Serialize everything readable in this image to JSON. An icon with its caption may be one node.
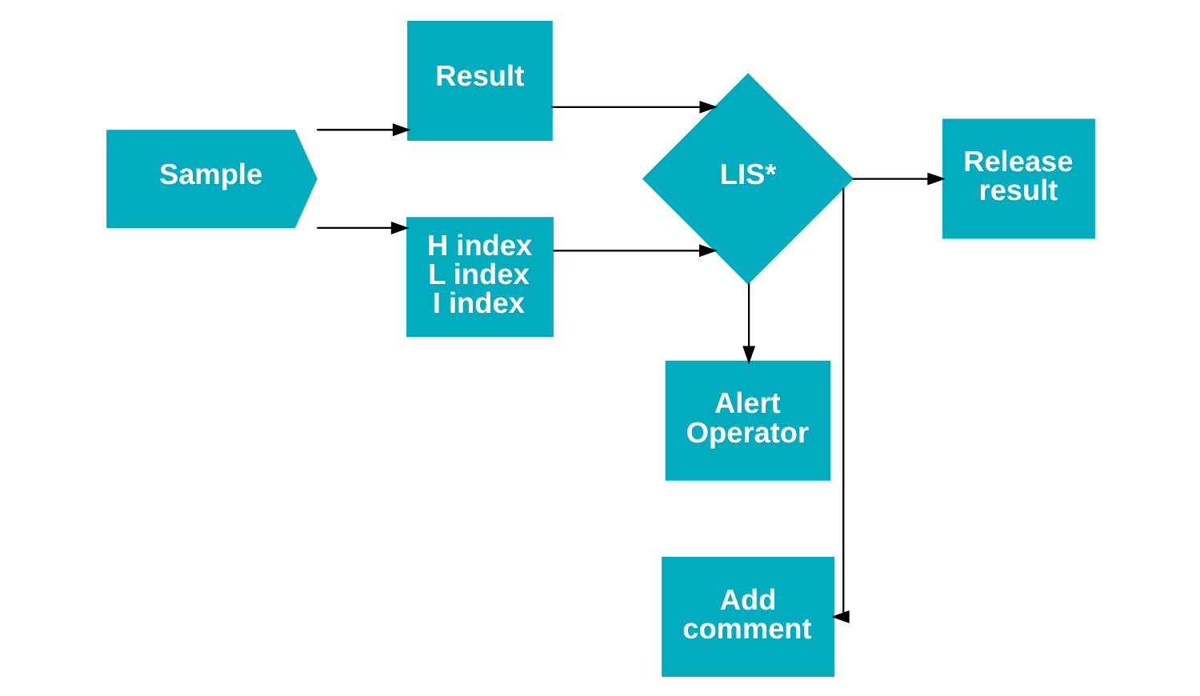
{
  "diagram": {
    "nodes": [
      {
        "text": [
          "Sample"
        ]
      },
      {
        "text": [
          "Result"
        ]
      },
      {
        "text": [
          "H index",
          "L index",
          "I index"
        ]
      },
      {
        "text": [
          "LIS*"
        ]
      },
      {
        "text": [
          "Add comment"
        ]
      },
      {
        "text": [
          "Release result"
        ]
      },
      {
        "text": [
          "Alert Operator"
        ]
      }
    ],
    "edges": [
      {
        "from": 0,
        "to": 1,
        "arrow": "to"
      },
      {
        "from": 0,
        "to": 2,
        "arrow": "to"
      },
      {
        "from": 1,
        "to": 3,
        "arrow": "to"
      },
      {
        "from": 2,
        "to": 3,
        "arrow": "to"
      },
      {
        "from": 3,
        "to": 4,
        "arrow": "to"
      },
      {
        "from": 3,
        "to": 5,
        "arrow": "to"
      },
      {
        "from": 3,
        "to": 6,
        "arrow": "to"
      }
    ]
  }
}
